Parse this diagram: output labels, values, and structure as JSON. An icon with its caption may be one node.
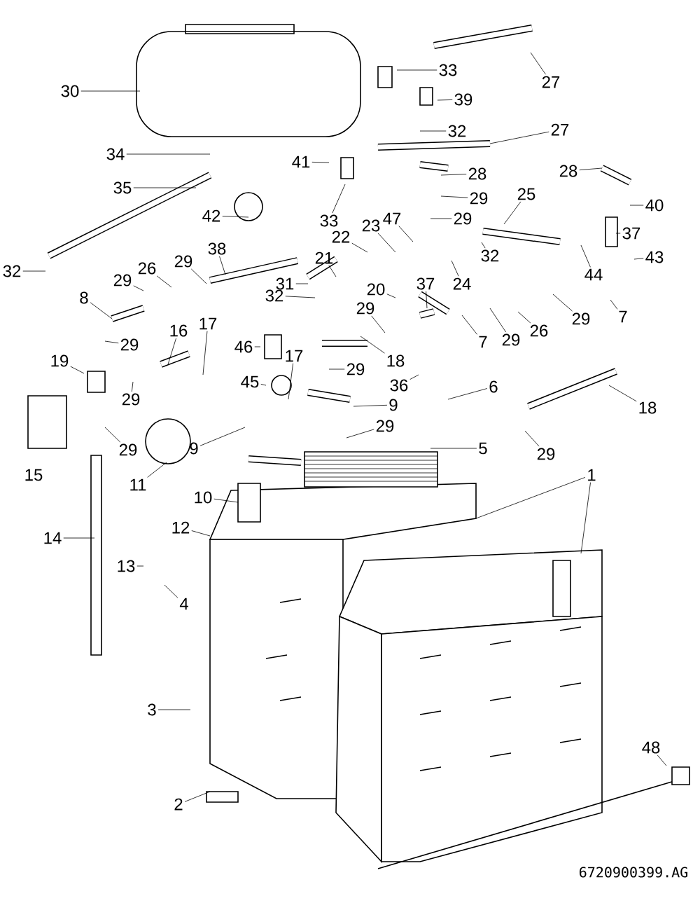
{
  "diagram": {
    "nodes": [
      {
        "text": [
          "1"
        ]
      },
      {
        "text": [
          "2"
        ]
      },
      {
        "text": [
          "3"
        ]
      },
      {
        "text": [
          "4"
        ]
      },
      {
        "text": [
          "5"
        ]
      },
      {
        "text": [
          "6"
        ]
      },
      {
        "text": [
          "7"
        ]
      },
      {
        "text": [
          "7"
        ]
      },
      {
        "text": [
          "8"
        ]
      },
      {
        "text": [
          "9"
        ]
      },
      {
        "text": [
          "9"
        ]
      },
      {
        "text": [
          "10"
        ]
      },
      {
        "text": [
          "11"
        ]
      },
      {
        "text": [
          "12"
        ]
      },
      {
        "text": [
          "13"
        ]
      },
      {
        "text": [
          "14"
        ]
      },
      {
        "text": [
          "16"
        ]
      },
      {
        "text": [
          "17"
        ]
      },
      {
        "text": [
          "17"
        ]
      },
      {
        "text": [
          "18"
        ]
      },
      {
        "text": [
          "18"
        ]
      },
      {
        "text": [
          "19"
        ]
      },
      {
        "text": [
          "20"
        ]
      },
      {
        "text": [
          "21"
        ]
      },
      {
        "text": [
          "22"
        ]
      },
      {
        "text": [
          "23"
        ]
      },
      {
        "text": [
          "24"
        ]
      },
      {
        "text": [
          "25"
        ]
      },
      {
        "text": [
          "26"
        ]
      },
      {
        "text": [
          "26"
        ]
      },
      {
        "text": [
          "27"
        ]
      },
      {
        "text": [
          "27"
        ]
      },
      {
        "text": [
          "28"
        ]
      },
      {
        "text": [
          "28"
        ]
      },
      {
        "text": [
          "29"
        ]
      },
      {
        "text": [
          "29"
        ]
      },
      {
        "text": [
          "29"
        ]
      },
      {
        "text": [
          "29"
        ]
      },
      {
        "text": [
          "29"
        ]
      },
      {
        "text": [
          "29"
        ]
      },
      {
        "text": [
          "29"
        ]
      },
      {
        "text": [
          "29"
        ]
      },
      {
        "text": [
          "29"
        ]
      },
      {
        "text": [
          "29"
        ]
      },
      {
        "text": [
          "29"
        ]
      },
      {
        "text": [
          "29"
        ]
      },
      {
        "text": [
          "29"
        ]
      },
      {
        "text": [
          "30"
        ]
      },
      {
        "text": [
          "31"
        ]
      },
      {
        "text": [
          "32"
        ]
      },
      {
        "text": [
          "32"
        ]
      },
      {
        "text": [
          "32"
        ]
      },
      {
        "text": [
          "32"
        ]
      },
      {
        "text": [
          "33"
        ]
      },
      {
        "text": [
          "33"
        ]
      },
      {
        "text": [
          "34"
        ]
      },
      {
        "text": [
          "35"
        ]
      },
      {
        "text": [
          "36"
        ]
      },
      {
        "text": [
          "37"
        ]
      },
      {
        "text": [
          "37"
        ]
      },
      {
        "text": [
          "38"
        ]
      },
      {
        "text": [
          "39"
        ]
      },
      {
        "text": [
          "40"
        ]
      },
      {
        "text": [
          "41"
        ]
      },
      {
        "text": [
          "42"
        ]
      },
      {
        "text": [
          "43"
        ]
      },
      {
        "text": [
          "44"
        ]
      },
      {
        "text": [
          "45"
        ]
      },
      {
        "text": [
          "46"
        ]
      },
      {
        "text": [
          "47"
        ]
      },
      {
        "text": [
          "48"
        ]
      }
    ],
    "edges": [
      {
        "from": 0,
        "to": null,
        "arrow": "none"
      },
      {
        "from": 0,
        "to": null,
        "arrow": "none"
      },
      {
        "from": 1,
        "to": null,
        "arrow": "none"
      },
      {
        "from": 2,
        "to": null,
        "arrow": "none"
      },
      {
        "from": 3,
        "to": null,
        "arrow": "none"
      },
      {
        "from": 4,
        "to": null,
        "arrow": "none"
      },
      {
        "from": 5,
        "to": null,
        "arrow": "none"
      },
      {
        "from": 6,
        "to": null,
        "arrow": "none"
      },
      {
        "from": 7,
        "to": null,
        "arrow": "none"
      },
      {
        "from": 8,
        "to": null,
        "arrow": "none"
      },
      {
        "from": 9,
        "to": null,
        "arrow": "none"
      },
      {
        "from": 10,
        "to": null,
        "arrow": "none"
      },
      {
        "from": 11,
        "to": null,
        "arrow": "none"
      },
      {
        "from": 12,
        "to": null,
        "arrow": "none"
      },
      {
        "from": 13,
        "to": null,
        "arrow": "none"
      },
      {
        "from": 14,
        "to": null,
        "arrow": "none"
      },
      {
        "from": 15,
        "to": null,
        "arrow": "none"
      },
      {
        "from": 16,
        "to": null,
        "arrow": "none"
      },
      {
        "from": 17,
        "to": null,
        "arrow": "none"
      },
      {
        "from": 18,
        "to": null,
        "arrow": "none"
      },
      {
        "from": 19,
        "to": null,
        "arrow": "none"
      },
      {
        "from": 20,
        "to": null,
        "arrow": "none"
      },
      {
        "from": 21,
        "to": null,
        "arrow": "none"
      },
      {
        "from": 22,
        "to": null,
        "arrow": "none"
      },
      {
        "from": 23,
        "to": null,
        "arrow": "none"
      },
      {
        "from": 24,
        "to": null,
        "arrow": "none"
      },
      {
        "from": 25,
        "to": null,
        "arrow": "none"
      },
      {
        "from": 26,
        "to": null,
        "arrow": "none"
      },
      {
        "from": 27,
        "to": null,
        "arrow": "none"
      },
      {
        "from": 28,
        "to": null,
        "arrow": "none"
      },
      {
        "from": 29,
        "to": null,
        "arrow": "none"
      },
      {
        "from": 30,
        "to": null,
        "arrow": "none"
      },
      {
        "from": 31,
        "to": null,
        "arrow": "none"
      },
      {
        "from": 32,
        "to": null,
        "arrow": "none"
      },
      {
        "from": 33,
        "to": null,
        "arrow": "none"
      },
      {
        "from": 34,
        "to": null,
        "arrow": "none"
      },
      {
        "from": 35,
        "to": null,
        "arrow": "none"
      },
      {
        "from": 36,
        "to": null,
        "arrow": "none"
      },
      {
        "from": 37,
        "to": null,
        "arrow": "none"
      },
      {
        "from": 38,
        "to": null,
        "arrow": "none"
      },
      {
        "from": 39,
        "to": null,
        "arrow": "none"
      },
      {
        "from": 40,
        "to": null,
        "arrow": "none"
      },
      {
        "from": 41,
        "to": null,
        "arrow": "none"
      },
      {
        "from": 42,
        "to": null,
        "arrow": "none"
      },
      {
        "from": 43,
        "to": null,
        "arrow": "none"
      },
      {
        "from": 44,
        "to": null,
        "arrow": "none"
      },
      {
        "from": 45,
        "to": null,
        "arrow": "none"
      },
      {
        "from": 46,
        "to": null,
        "arrow": "none"
      },
      {
        "from": 47,
        "to": null,
        "arrow": "none"
      },
      {
        "from": 48,
        "to": null,
        "arrow": "none"
      },
      {
        "from": 49,
        "to": null,
        "arrow": "none"
      },
      {
        "from": 50,
        "to": null,
        "arrow": "none"
      },
      {
        "from": 51,
        "to": null,
        "arrow": "none"
      },
      {
        "from": 52,
        "to": null,
        "arrow": "none"
      },
      {
        "from": 53,
        "to": null,
        "arrow": "none"
      },
      {
        "from": 54,
        "to": null,
        "arrow": "none"
      },
      {
        "from": 55,
        "to": null,
        "arrow": "none"
      },
      {
        "from": 56,
        "to": null,
        "arrow": "none"
      },
      {
        "from": 57,
        "to": null,
        "arrow": "none"
      },
      {
        "from": 58,
        "to": null,
        "arrow": "none"
      },
      {
        "from": 59,
        "to": null,
        "arrow": "none"
      },
      {
        "from": 60,
        "to": null,
        "arrow": "none"
      },
      {
        "from": 61,
        "to": null,
        "arrow": "none"
      },
      {
        "from": 62,
        "to": null,
        "arrow": "none"
      },
      {
        "from": 63,
        "to": null,
        "arrow": "none"
      },
      {
        "from": 64,
        "to": null,
        "arrow": "none"
      },
      {
        "from": 65,
        "to": null,
        "arrow": "none"
      },
      {
        "from": 66,
        "to": null,
        "arrow": "none"
      },
      {
        "from": 67,
        "to": null,
        "arrow": "none"
      },
      {
        "from": 68,
        "to": null,
        "arrow": "none"
      },
      {
        "from": 69,
        "to": null,
        "arrow": "none"
      },
      {
        "from": 70,
        "to": null,
        "arrow": "none"
      }
    ],
    "labels": [
      "15",
      "6720900399.AG"
    ]
  }
}
